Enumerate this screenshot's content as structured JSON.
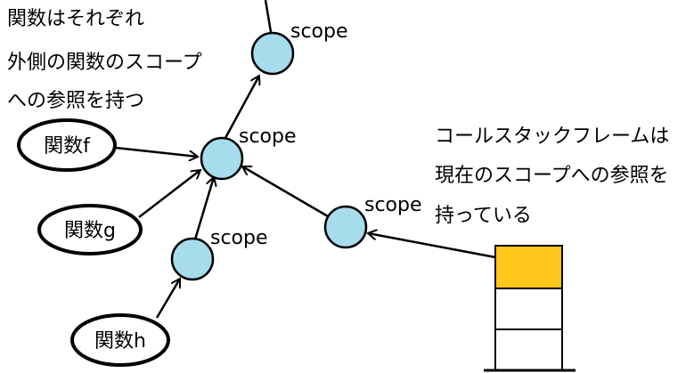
{
  "notes": {
    "left": [
      "関数はそれぞれ",
      "外側の関数のスコープ",
      "への参照を持つ"
    ],
    "right": [
      "コールスタックフレームは",
      "現在のスコープへの参照を",
      "持っている"
    ]
  },
  "scopes": {
    "top": "scope",
    "middle": "scope",
    "lower_left": "scope",
    "right": "scope"
  },
  "functions": {
    "f": "関数f",
    "g": "関数g",
    "h": "関数h"
  },
  "colors": {
    "scope_fill": "#a6dcec",
    "current_frame_fill": "#ffc61c",
    "stroke": "#000000",
    "background": "#ffffff"
  }
}
